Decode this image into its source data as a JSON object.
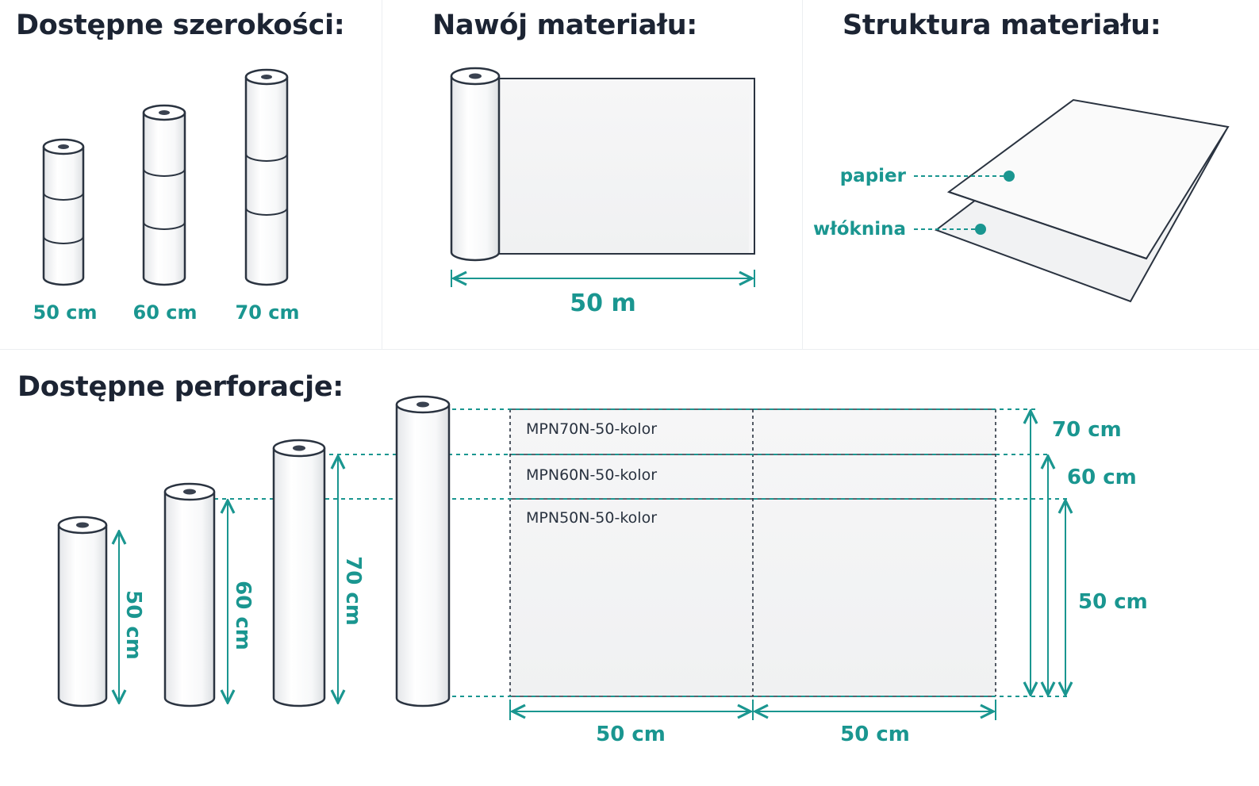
{
  "titles": {
    "widths": "Dostępne szerokości:",
    "roll": "Nawój materiału:",
    "structure": "Struktura materiału:",
    "perforations": "Dostępne perforacje:"
  },
  "widths": {
    "labels": [
      "50 cm",
      "60 cm",
      "70 cm"
    ]
  },
  "roll": {
    "length_label": "50 m"
  },
  "structure": {
    "layer_top": "papier",
    "layer_bottom": "włóknina"
  },
  "perforations": {
    "roll_labels": [
      "50 cm",
      "60 cm",
      "70 cm"
    ],
    "products": [
      "MPN70N-50-kolor",
      "MPN60N-50-kolor",
      "MPN50N-50-kolor"
    ],
    "height_labels": [
      "70 cm",
      "60 cm",
      "50 cm"
    ],
    "segment_labels": [
      "50 cm",
      "50 cm"
    ]
  },
  "colors": {
    "accent": "#1a9690",
    "title": "#1c2433",
    "outline": "#2a3340"
  }
}
